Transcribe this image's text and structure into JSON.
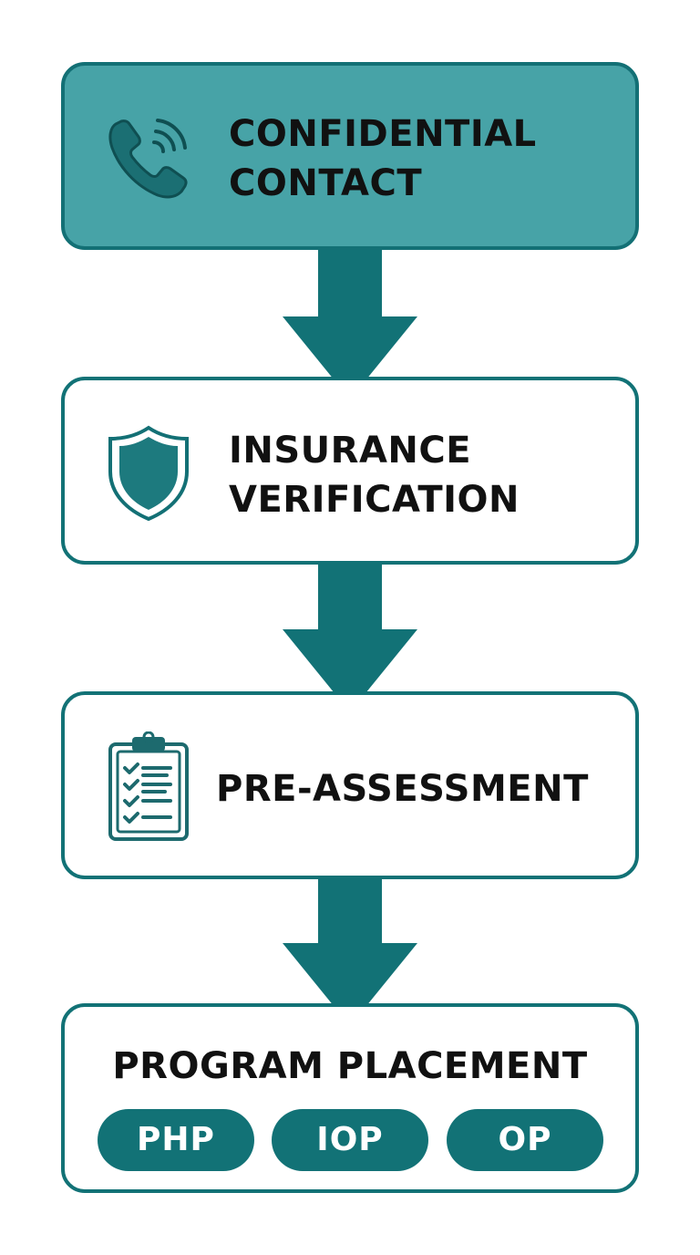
{
  "colors": {
    "accent": "#127276",
    "header_fill": "#47a3a7",
    "text": "#111111",
    "pill_text": "#ffffff"
  },
  "steps": [
    {
      "icon": "phone-icon",
      "label_line1": "CONFIDENTIAL",
      "label_line2": "CONTACT"
    },
    {
      "icon": "shield-icon",
      "label_line1": "INSURANCE",
      "label_line2": "VERIFICATION"
    },
    {
      "icon": "clipboard-checklist-icon",
      "label": "PRE-ASSESSMENT"
    },
    {
      "label": "PROGRAM PLACEMENT",
      "options": [
        "PHP",
        "IOP",
        "OP"
      ]
    }
  ]
}
